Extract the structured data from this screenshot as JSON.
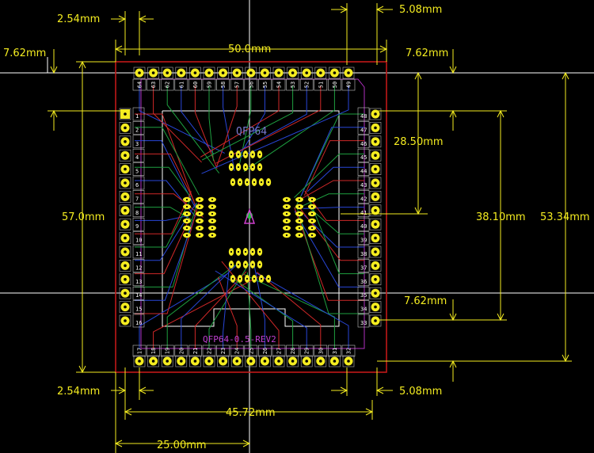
{
  "board": {
    "name": "QFP64",
    "subtitle": "QFP64-0.5-REV2",
    "colors": {
      "background": "#000000",
      "outline": "#c01818",
      "dimension": "#f4ec20",
      "crosshair": "#ffffff",
      "trace_blue": "#2846d8",
      "trace_red": "#d02828",
      "trace_green": "#1ea040",
      "pad": "#f4ec20"
    }
  },
  "pins": {
    "top": [
      "64",
      "63",
      "62",
      "61",
      "60",
      "59",
      "58",
      "57",
      "56",
      "55",
      "54",
      "53",
      "52",
      "51",
      "50",
      "49"
    ],
    "left": [
      "1",
      "2",
      "3",
      "4",
      "5",
      "6",
      "7",
      "8",
      "9",
      "10",
      "11",
      "12",
      "13",
      "14",
      "15",
      "16"
    ],
    "right": [
      "48",
      "47",
      "46",
      "45",
      "44",
      "43",
      "42",
      "41",
      "40",
      "39",
      "38",
      "37",
      "36",
      "35",
      "34",
      "33"
    ],
    "bottom": [
      "17",
      "18",
      "19",
      "20",
      "21",
      "22",
      "23",
      "24",
      "25",
      "26",
      "27",
      "28",
      "29",
      "30",
      "31",
      "32"
    ]
  },
  "dimensions": {
    "pitch_top": "2.54mm",
    "edge_top": "5.08mm",
    "width_total": "50.0mm",
    "offset_left": "7.62mm",
    "offset_right": "7.62mm",
    "height_right_inner": "28.50mm",
    "height_total": "57.0mm",
    "row_span": "38.10mm",
    "height_outer": "53.34mm",
    "offset_right_lower": "7.62mm",
    "pitch_bottom": "2.54mm",
    "edge_bottom": "5.08mm",
    "header_span": "45.72mm",
    "half_width": "25.00mm"
  }
}
